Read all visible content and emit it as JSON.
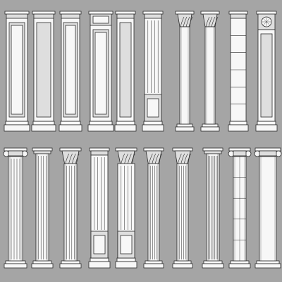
{
  "scene": {
    "background": "#a5a5a5",
    "stroke": "#2a2a2a",
    "fill": "#f7f7f7",
    "shade": "#dedede"
  },
  "rows": [
    {
      "name": "top-row",
      "columns": [
        {
          "name": "pilaster-square-paneled",
          "shaft": "square",
          "capital": "block",
          "base": "plinth",
          "detail": "double-panel"
        },
        {
          "name": "pilaster-slim-paneled",
          "shaft": "square",
          "capital": "block",
          "base": "plinth",
          "detail": "panel"
        },
        {
          "name": "pilaster-deep-panel",
          "shaft": "square",
          "capital": "block",
          "base": "plinth",
          "detail": "deep-panel"
        },
        {
          "name": "pilaster-top-box",
          "shaft": "square",
          "capital": "box",
          "base": "plinth",
          "detail": "double-panel"
        },
        {
          "name": "pilaster-plain-panel",
          "shaft": "square",
          "capital": "block",
          "base": "plinth",
          "detail": "panel"
        },
        {
          "name": "pilaster-fluted-pedestal",
          "shaft": "square",
          "capital": "block",
          "base": "plinth",
          "detail": "flutes-pedestal"
        },
        {
          "name": "column-corinthian",
          "shaft": "round",
          "capital": "corinthian",
          "base": "attic",
          "detail": "plain"
        },
        {
          "name": "column-corinthian-slim",
          "shaft": "round",
          "capital": "corinthian",
          "base": "attic",
          "detail": "plain"
        },
        {
          "name": "pilaster-banded",
          "shaft": "square",
          "capital": "block",
          "base": "plinth",
          "detail": "bands"
        },
        {
          "name": "pilaster-rosette",
          "shaft": "square",
          "capital": "rosette",
          "base": "plinth",
          "detail": "panel"
        }
      ]
    },
    {
      "name": "bottom-row",
      "columns": [
        {
          "name": "column-ionic-fluted",
          "shaft": "round",
          "capital": "ionic",
          "base": "attic",
          "detail": "flutes"
        },
        {
          "name": "column-doric-fluted",
          "shaft": "round",
          "capital": "doric",
          "base": "attic",
          "detail": "flutes"
        },
        {
          "name": "column-corinthian-fluted",
          "shaft": "round",
          "capital": "corinthian",
          "base": "attic",
          "detail": "flutes"
        },
        {
          "name": "pilaster-fluted-pedestal-tall",
          "shaft": "square",
          "capital": "block",
          "base": "plinth",
          "detail": "flutes-pedestal"
        },
        {
          "name": "pilaster-corinthian-pedestal",
          "shaft": "square",
          "capital": "corinthian",
          "base": "plinth",
          "detail": "flutes-pedestal"
        },
        {
          "name": "column-corinthian-fine",
          "shaft": "round",
          "capital": "corinthian",
          "base": "attic",
          "detail": "flutes"
        },
        {
          "name": "column-corinthian-classic",
          "shaft": "round",
          "capital": "corinthian",
          "base": "attic",
          "detail": "flutes"
        },
        {
          "name": "column-tuscan-fluted",
          "shaft": "round",
          "capital": "doric",
          "base": "attic",
          "detail": "flutes-dense"
        },
        {
          "name": "column-ionic-drum",
          "shaft": "round",
          "capital": "ionic",
          "base": "attic",
          "detail": "drums"
        },
        {
          "name": "column-ionic-plain",
          "shaft": "round",
          "capital": "ionic",
          "base": "attic",
          "detail": "plain"
        }
      ]
    }
  ]
}
